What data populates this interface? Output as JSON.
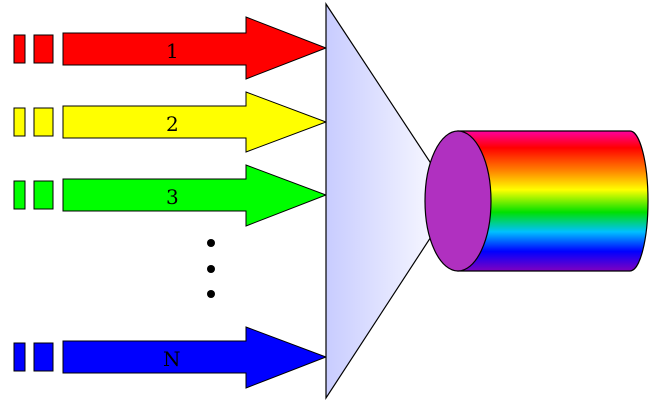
{
  "channels": [
    {
      "label": "1",
      "color": "#ff0000"
    },
    {
      "label": "2",
      "color": "#ffff00"
    },
    {
      "label": "3",
      "color": "#00ff00"
    },
    {
      "label": "N",
      "color": "#0000ff"
    }
  ],
  "continuation": "vertical-ellipsis",
  "combiner": {
    "shape": "triangle",
    "color": "#c8ccff"
  },
  "output": {
    "shape": "cylinder",
    "cap_color": "#b030c0",
    "spectrum": "rainbow"
  }
}
